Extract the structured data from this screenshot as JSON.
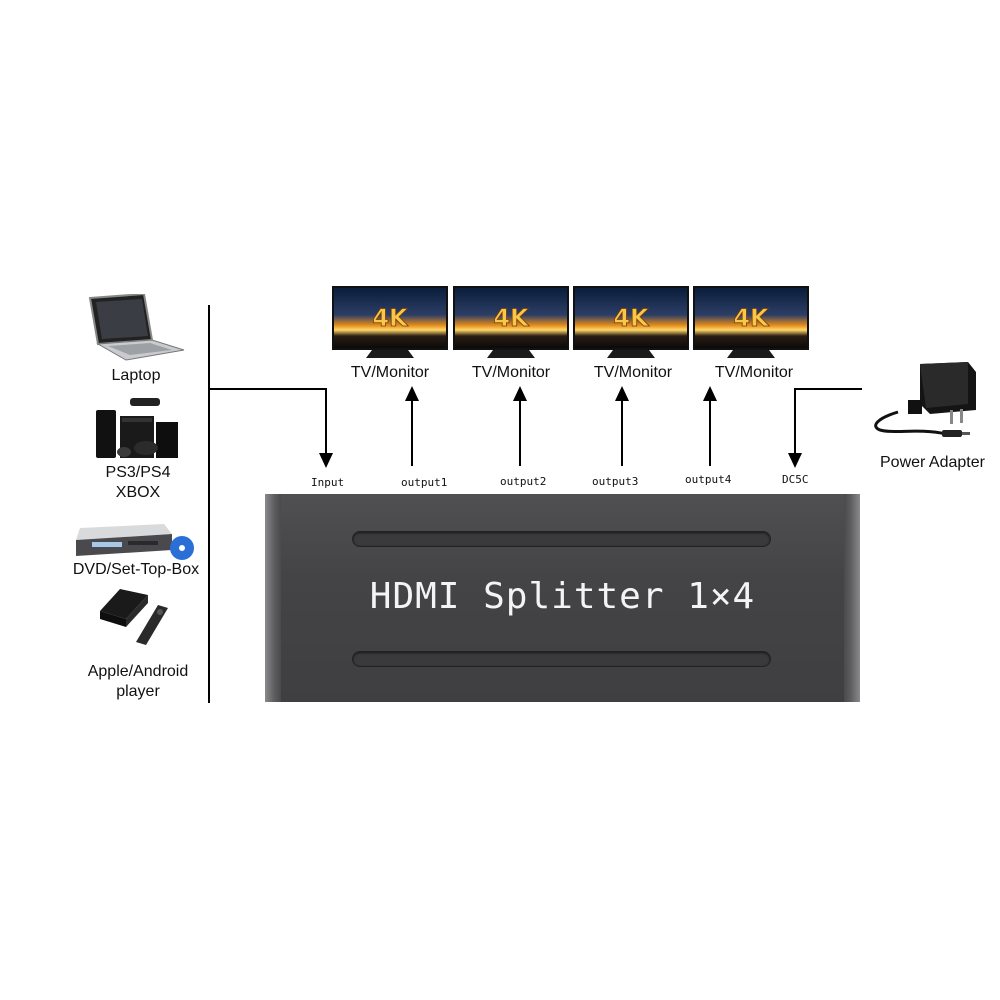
{
  "sources": [
    {
      "label": "Laptop",
      "icon": "laptop-icon"
    },
    {
      "label": "PS3/PS4\nXBOX",
      "icon": "game-console-icon"
    },
    {
      "label": "DVD/Set-Top-Box",
      "icon": "dvd-player-icon"
    },
    {
      "label": "Apple/Android\nplayer",
      "icon": "media-player-icon"
    }
  ],
  "tvs": [
    {
      "badge": "4K",
      "label": "TV/Monitor"
    },
    {
      "badge": "4K",
      "label": "TV/Monitor"
    },
    {
      "badge": "4K",
      "label": "TV/Monitor"
    },
    {
      "badge": "4K",
      "label": "TV/Monitor"
    }
  ],
  "ports": {
    "input": "Input",
    "output1": "output1",
    "output2": "output2",
    "output3": "output3",
    "output4": "output4",
    "power": "DC5C"
  },
  "device": {
    "title": "HDMI Splitter 1×4"
  },
  "power_adapter": {
    "label": "Power Adapter",
    "icon": "power-adapter-icon"
  }
}
